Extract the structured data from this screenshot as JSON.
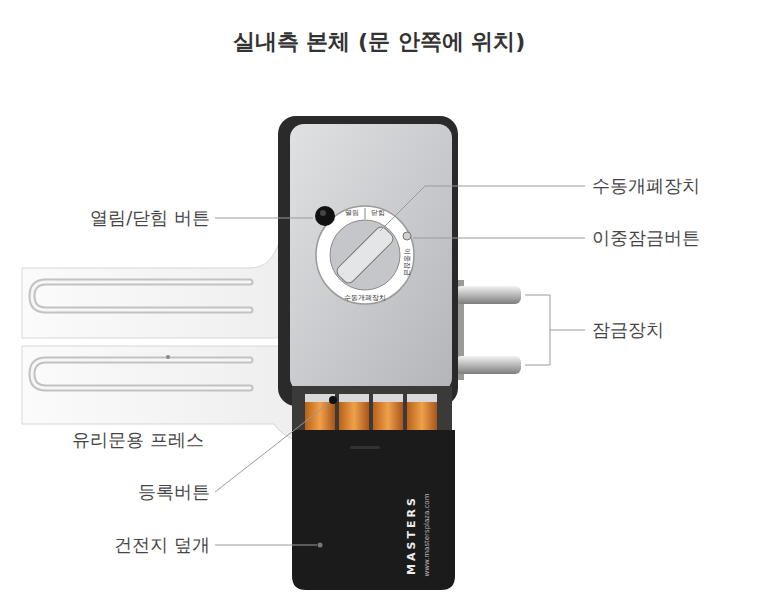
{
  "diagram": {
    "title": "실내측 본체 (문 안쪽에 위치)",
    "labels": [
      "열림/닫힘 버튼",
      "수동개폐장치",
      "이중잠금버튼",
      "잠금장치",
      "유리문용 프레스",
      "등록버튼",
      "건전지 덮개",
      "열림",
      "닫힘",
      "이중잠금",
      "수동개폐장치",
      "MASTERS",
      "www.mastersplaza.com"
    ]
  }
}
